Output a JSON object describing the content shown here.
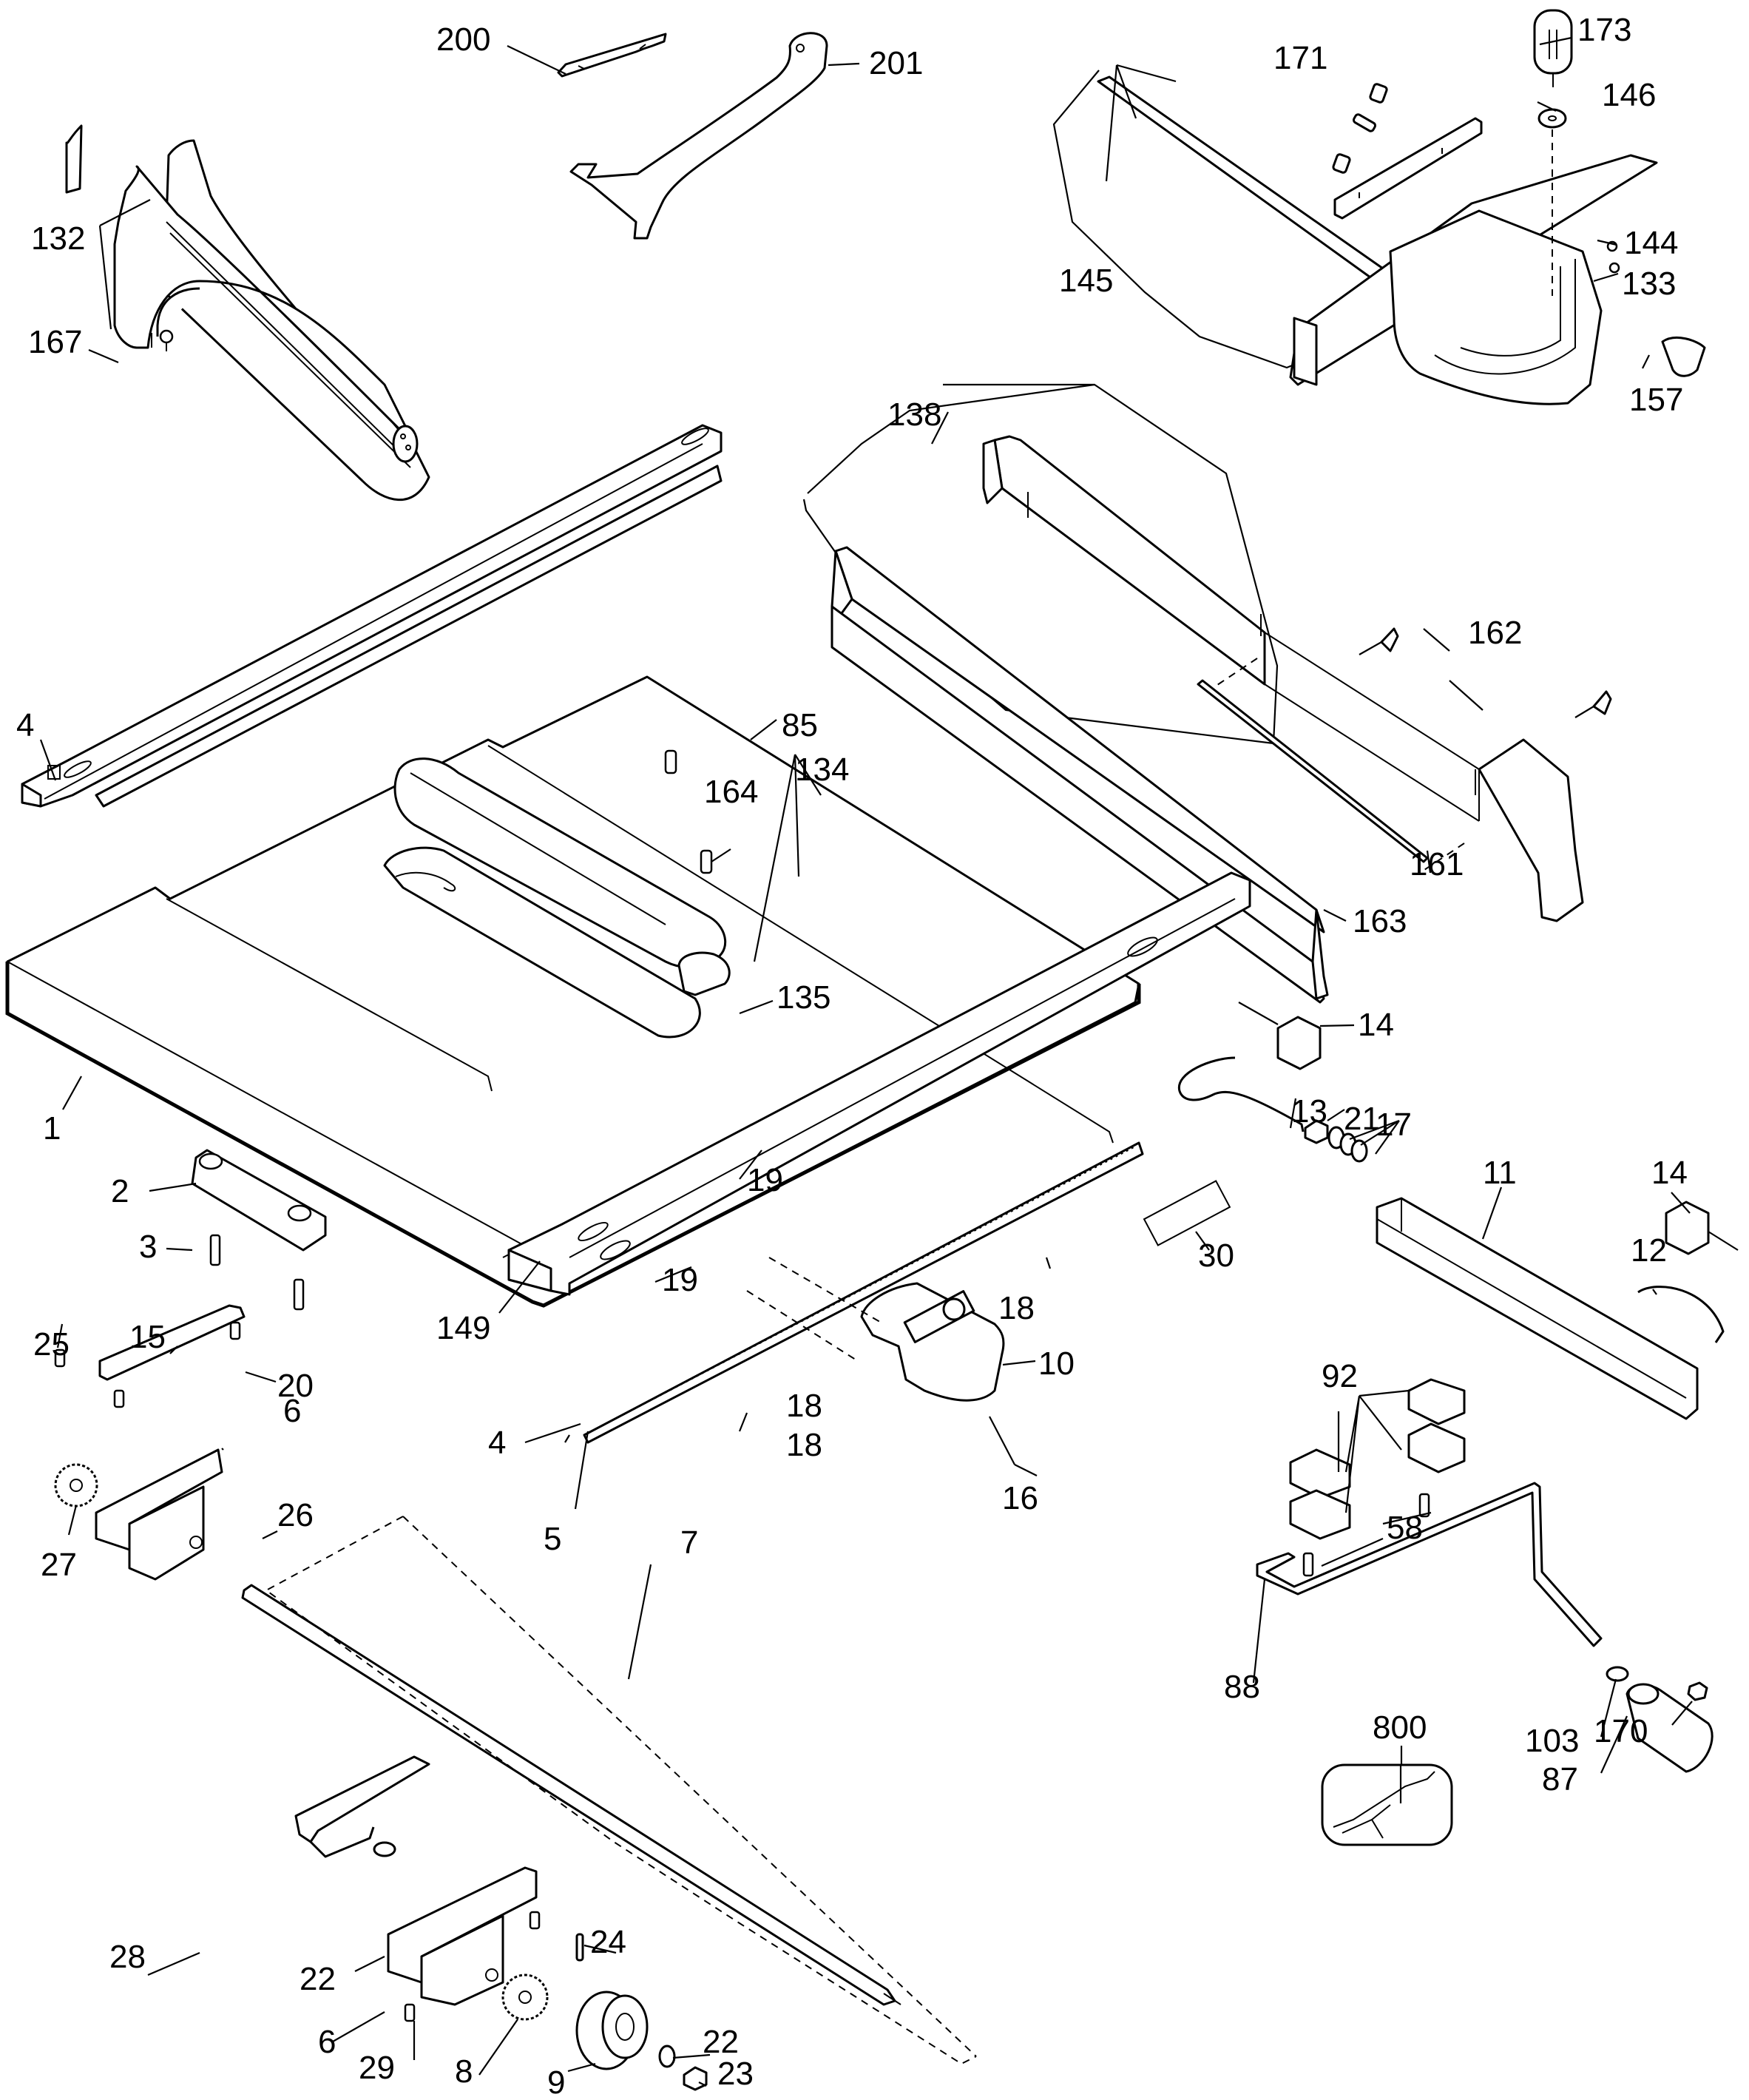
{
  "diagram": {
    "title": "Table saw exploded parts diagram",
    "callouts": [
      {
        "id": "200",
        "label": "200",
        "part": "spacer plate"
      },
      {
        "id": "201",
        "label": "201",
        "part": "wrench"
      },
      {
        "id": "132",
        "label": "132",
        "part": "blade guard"
      },
      {
        "id": "167",
        "label": "167",
        "part": "riving knife"
      },
      {
        "id": "173",
        "label": "173",
        "part": "miter knob handle"
      },
      {
        "id": "171",
        "label": "171",
        "part": "fence attachment screws"
      },
      {
        "id": "146",
        "label": "146",
        "part": "washer"
      },
      {
        "id": "144",
        "label": "144",
        "part": "screw"
      },
      {
        "id": "145",
        "label": "145",
        "part": "nut"
      },
      {
        "id": "133",
        "label": "133",
        "part": "miter gauge assembly"
      },
      {
        "id": "157",
        "label": "157",
        "part": "knob"
      },
      {
        "id": "138",
        "label": "138",
        "part": "rip fence assembly"
      },
      {
        "id": "162",
        "label": "162",
        "part": "fence lock knobs"
      },
      {
        "id": "161",
        "label": "161",
        "part": "fence strip"
      },
      {
        "id": "163",
        "label": "163",
        "part": "fence extrusion"
      },
      {
        "id": "4a",
        "label": "4",
        "part": "rail (rear)"
      },
      {
        "id": "85",
        "label": "85",
        "part": "screw"
      },
      {
        "id": "134",
        "label": "134",
        "part": "throat plate assembly"
      },
      {
        "id": "164",
        "label": "164",
        "part": "screw"
      },
      {
        "id": "135",
        "label": "135",
        "part": "insert knob"
      },
      {
        "id": "1",
        "label": "1",
        "part": "table"
      },
      {
        "id": "14a",
        "label": "14",
        "part": "bracket block"
      },
      {
        "id": "13",
        "label": "13",
        "part": "hook bolt"
      },
      {
        "id": "21",
        "label": "21",
        "part": "nut"
      },
      {
        "id": "17",
        "label": "17",
        "part": "washers"
      },
      {
        "id": "11",
        "label": "11",
        "part": "support bar"
      },
      {
        "id": "14b",
        "label": "14",
        "part": "bracket block"
      },
      {
        "id": "12",
        "label": "12",
        "part": "wire handle"
      },
      {
        "id": "2",
        "label": "2",
        "part": "foot"
      },
      {
        "id": "3",
        "label": "3",
        "part": "screw"
      },
      {
        "id": "19a",
        "label": "19",
        "part": "screw"
      },
      {
        "id": "19b",
        "label": "19",
        "part": "screw"
      },
      {
        "id": "149",
        "label": "149",
        "part": "scale"
      },
      {
        "id": "30",
        "label": "30",
        "part": "label"
      },
      {
        "id": "18a",
        "label": "18",
        "part": "screw"
      },
      {
        "id": "10",
        "label": "10",
        "part": "cursor"
      },
      {
        "id": "15",
        "label": "15",
        "part": "plate"
      },
      {
        "id": "25",
        "label": "25",
        "part": "set screw"
      },
      {
        "id": "20",
        "label": "20",
        "part": "screw"
      },
      {
        "id": "92",
        "label": "92",
        "part": "rod clamps"
      },
      {
        "id": "6a",
        "label": "6",
        "part": "gear bracket"
      },
      {
        "id": "4b",
        "label": "4",
        "part": "rail (front)"
      },
      {
        "id": "18b",
        "label": "18",
        "part": "screw"
      },
      {
        "id": "16",
        "label": "16",
        "part": "screws"
      },
      {
        "id": "26",
        "label": "26",
        "part": "screw"
      },
      {
        "id": "27",
        "label": "27",
        "part": "gear"
      },
      {
        "id": "5",
        "label": "5",
        "part": "rack"
      },
      {
        "id": "58",
        "label": "58",
        "part": "screws"
      },
      {
        "id": "18c",
        "label": "18",
        "part": "screw"
      },
      {
        "id": "88",
        "label": "88",
        "part": "crank rod"
      },
      {
        "id": "7",
        "label": "7",
        "part": "shaft"
      },
      {
        "id": "103",
        "label": "103",
        "part": "washer"
      },
      {
        "id": "87",
        "label": "87",
        "part": "handle grip"
      },
      {
        "id": "170",
        "label": "170",
        "part": "nut"
      },
      {
        "id": "28",
        "label": "28",
        "part": "bracket"
      },
      {
        "id": "22a",
        "label": "22",
        "part": "washer"
      },
      {
        "id": "24",
        "label": "24",
        "part": "pin"
      },
      {
        "id": "800",
        "label": "800",
        "part": "glue gun accessory"
      },
      {
        "id": "6b",
        "label": "6",
        "part": "gear bracket"
      },
      {
        "id": "29",
        "label": "29",
        "part": "screw"
      },
      {
        "id": "8",
        "label": "8",
        "part": "gear"
      },
      {
        "id": "22b",
        "label": "22",
        "part": "washer"
      },
      {
        "id": "9",
        "label": "9",
        "part": "knob wheel"
      },
      {
        "id": "23",
        "label": "23",
        "part": "nut"
      }
    ]
  }
}
